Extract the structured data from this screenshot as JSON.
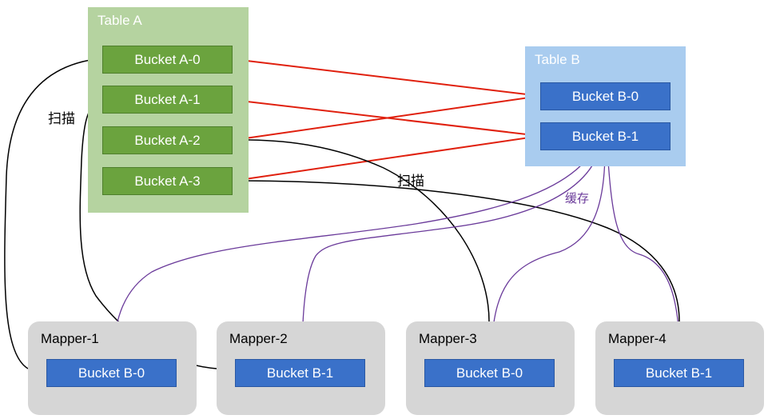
{
  "table_a": {
    "title": "Table A",
    "buckets": [
      "Bucket A-0",
      "Bucket A-1",
      "Bucket A-2",
      "Bucket A-3"
    ]
  },
  "table_b": {
    "title": "Table B",
    "buckets": [
      "Bucket B-0",
      "Bucket B-1"
    ]
  },
  "mappers": [
    {
      "title": "Mapper-1",
      "bucket": "Bucket B-0"
    },
    {
      "title": "Mapper-2",
      "bucket": "Bucket B-1"
    },
    {
      "title": "Mapper-3",
      "bucket": "Bucket B-0"
    },
    {
      "title": "Mapper-4",
      "bucket": "Bucket B-1"
    }
  ],
  "annotations": {
    "scan_left": "扫描",
    "scan_middle": "扫描",
    "cache": "缓存"
  },
  "colors": {
    "table_a_bg": "#b5d3a0",
    "green_bucket": "#6ba33e",
    "table_b_bg": "#a9ccef",
    "blue_bucket": "#3a71c9",
    "mapper_bg": "#d6d6d6",
    "join_edge": "#e0200e",
    "scan_edge": "#000000",
    "cache_edge": "#6a3a9a"
  }
}
